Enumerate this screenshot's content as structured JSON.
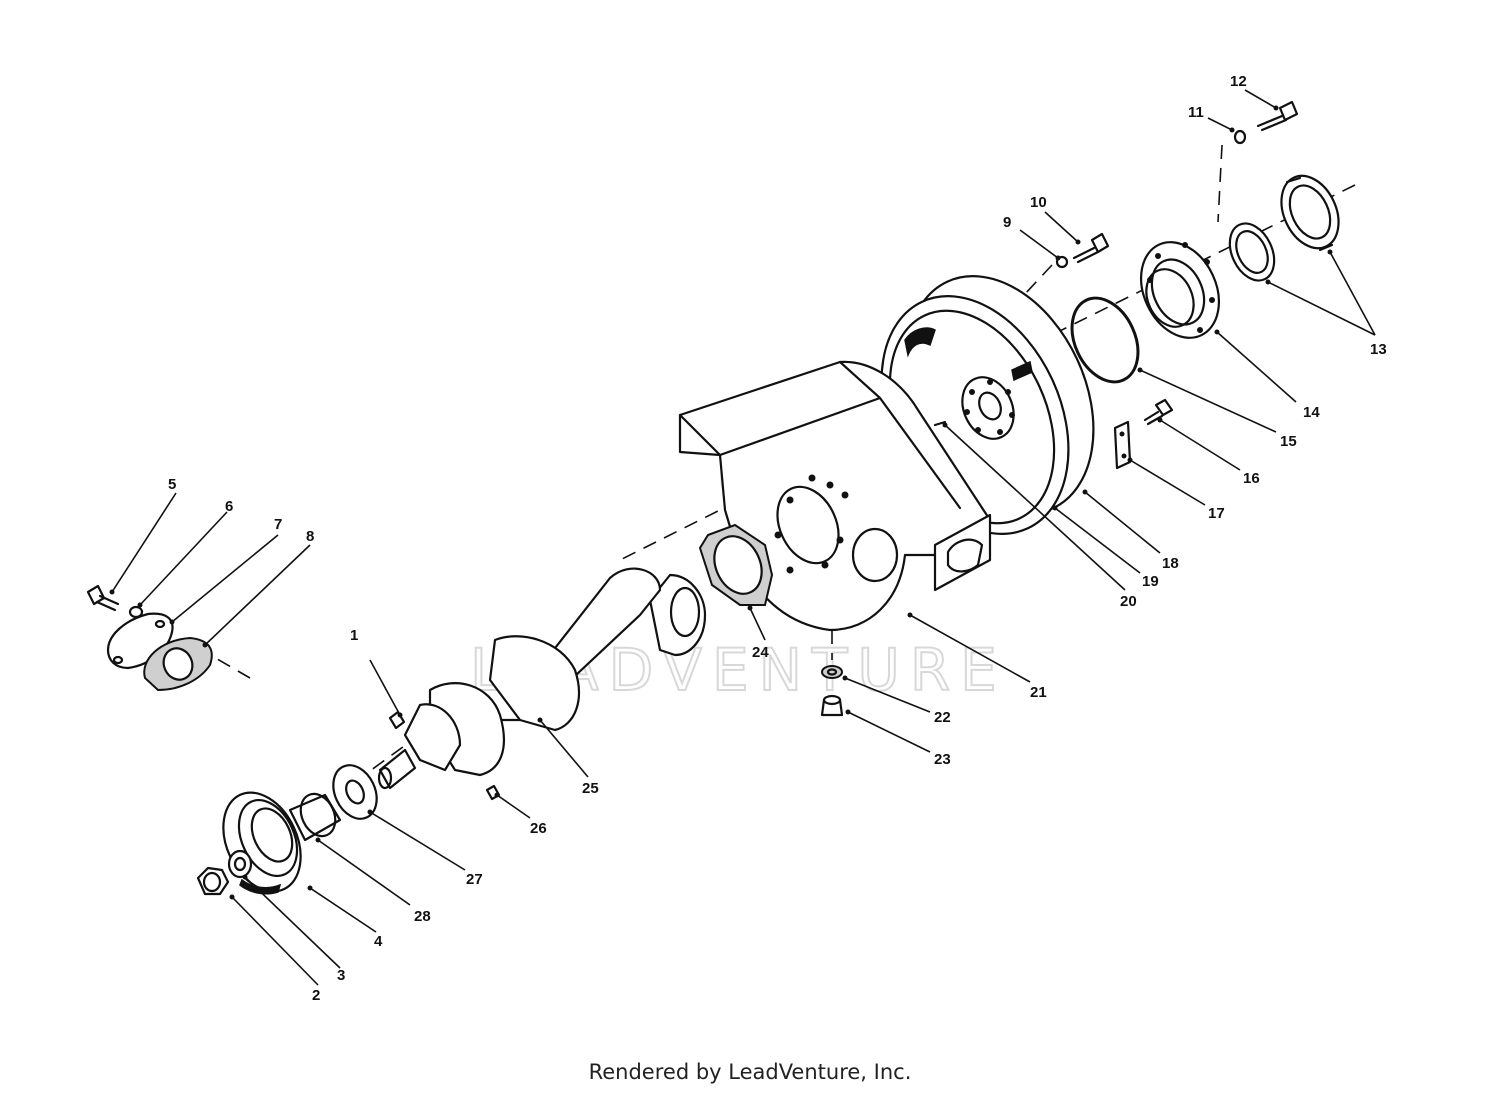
{
  "watermark": "LEADVENTURE",
  "footer": "Rendered by LeadVenture, Inc.",
  "callouts": [
    "1",
    "2",
    "3",
    "4",
    "5",
    "6",
    "7",
    "8",
    "9",
    "10",
    "11",
    "12",
    "13",
    "14",
    "15",
    "16",
    "17",
    "18",
    "19",
    "20",
    "21",
    "22",
    "23",
    "24",
    "25",
    "26",
    "27",
    "28"
  ]
}
